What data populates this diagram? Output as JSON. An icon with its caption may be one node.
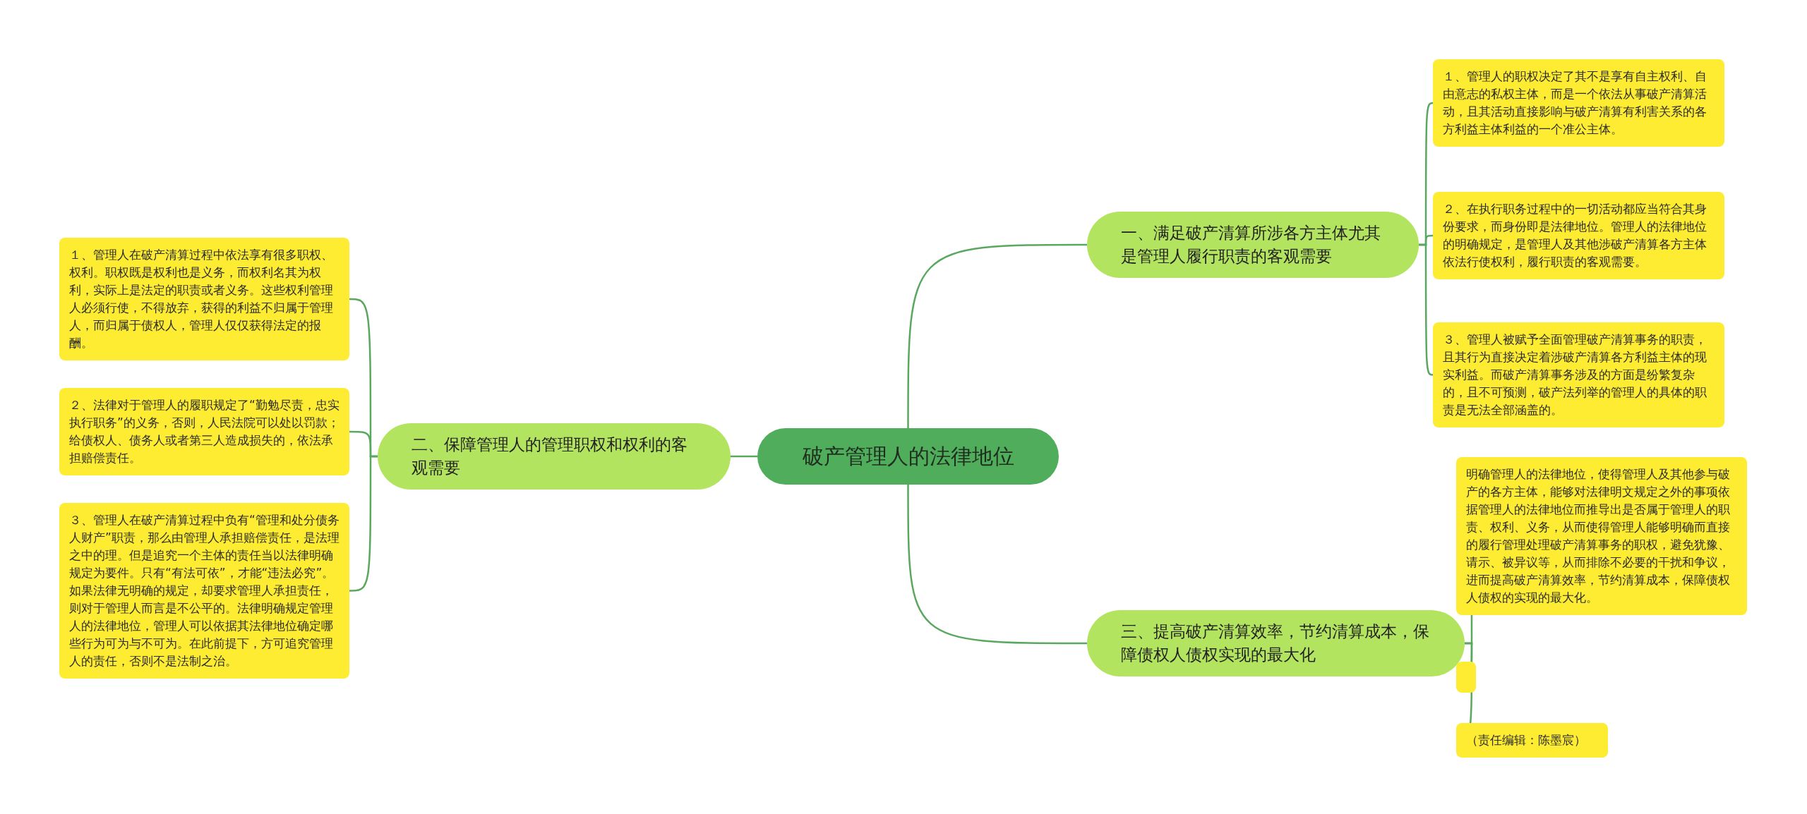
{
  "diagram": {
    "nodes": [
      {
        "text": [
          "破产管理人的法律地位"
        ]
      },
      {
        "text": [
          "一、满足破产清算所涉各方主体尤其是管理人履行职责的客观需要"
        ]
      },
      {
        "text": [
          "１、管理人的职权决定了其不是享有自主权利、自由意志的私权主体，而是一个依法从事破产清算活动，且其活动直接影响与破产清算有利害关系的各方利益主体利益的一个准公主体。"
        ]
      },
      {
        "text": [
          "２、在执行职务过程中的一切活动都应当符合其身份要求，而身份即是法律地位。管理人的法律地位的明确规定，是管理人及其他涉破产清算各方主体依法行使权利，履行职责的客观需要。"
        ]
      },
      {
        "text": [
          "３、管理人被赋予全面管理破产清算事务的职责，且其行为直接决定着涉破产清算各方利益主体的现实利益。而破产清算事务涉及的方面是纷繁复杂的，且不可预测，破产法列举的管理人的具体的职责是无法全部涵盖的。"
        ]
      },
      {
        "text": [
          "二、保障管理人的管理职权和权利的客观需要"
        ]
      },
      {
        "text": [
          "１、管理人在破产清算过程中依法享有很多职权、权利。职权既是权利也是义务，而权利名其为权利，实际上是法定的职责或者义务。这些权利管理人必须行使，不得放弃，获得的利益不归属于管理人，而归属于债权人，管理人仅仅获得法定的报酬。"
        ]
      },
      {
        "text": [
          "２、法律对于管理人的履职规定了“勤勉尽责，忠实执行职务”的义务，否则，人民法院可以处以罚款；给债权人、债务人或者第三人造成损失的，依法承担赔偿责任。"
        ]
      },
      {
        "text": [
          "３、管理人在破产清算过程中负有“管理和处分债务人财产”职责，那么由管理人承担赔偿责任，是法理之中的理。但是追究一个主体的责任当以法律明确规定为要件。只有“有法可依”，才能“违法必究”。如果法律无明确的规定，却要求管理人承担责任，则对于管理人而言是不公平的。法律明确规定管理人的法律地位，管理人可以依据其法律地位确定哪些行为可为与不可为。在此前提下，方可追究管理人的责任，否则不是法制之治。"
        ]
      },
      {
        "text": [
          "三、提高破产清算效率，节约清算成本，保障债权人债权实现的最大化"
        ]
      },
      {
        "text": [
          "明确管理人的法律地位，使得管理人及其他参与破产的各方主体，能够对法律明文规定之外的事项依据管理人的法律地位而推导出是否属于管理人的职责、权利、义务，从而使得管理人能够明确而直接的履行管理处理破产清算事务的职权，避免犹豫、请示、被异议等，从而排除不必要的干扰和争议，进而提高破产清算效率，节约清算成本，保障债权人债权的实现的最大化。"
        ]
      },
      {
        "text": [],
        "shape": "box"
      },
      {
        "text": [
          "（责任编辑：陈墨宸）"
        ]
      }
    ],
    "edges": [
      {
        "from": 0,
        "to": 1,
        "arrow": "none"
      },
      {
        "from": 1,
        "to": 2,
        "arrow": "none"
      },
      {
        "from": 1,
        "to": 3,
        "arrow": "none"
      },
      {
        "from": 1,
        "to": 4,
        "arrow": "none"
      },
      {
        "from": 0,
        "to": 5,
        "arrow": "none"
      },
      {
        "from": 5,
        "to": 6,
        "arrow": "none"
      },
      {
        "from": 5,
        "to": 7,
        "arrow": "none"
      },
      {
        "from": 5,
        "to": 8,
        "arrow": "none"
      },
      {
        "from": 0,
        "to": 9,
        "arrow": "none"
      },
      {
        "from": 9,
        "to": 10,
        "arrow": "none"
      },
      {
        "from": 9,
        "to": 11,
        "arrow": "none"
      },
      {
        "from": 9,
        "to": 12,
        "arrow": "none"
      }
    ]
  }
}
